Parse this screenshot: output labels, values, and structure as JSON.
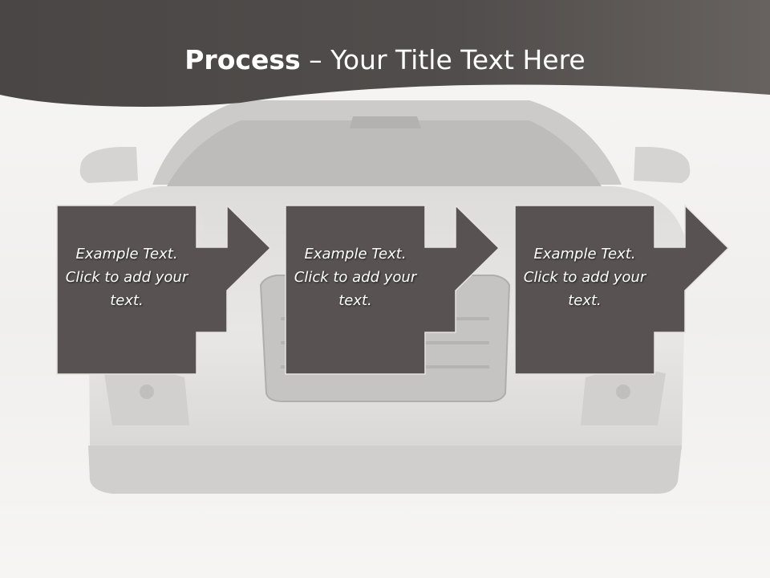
{
  "title": {
    "bold": "Process",
    "rest": " – Your Title Text Here"
  },
  "steps": [
    {
      "text": "Example Text. Click  to add your text."
    },
    {
      "text": "Example Text. Click  to add your text."
    },
    {
      "text": "Example Text. Click  to add your text."
    }
  ],
  "colors": {
    "header": "#4e4a49",
    "step_fill": "#585352",
    "step_stroke": "#e6e3e2",
    "title": "#ffffff"
  },
  "background": {
    "picture": "car-front-view"
  }
}
